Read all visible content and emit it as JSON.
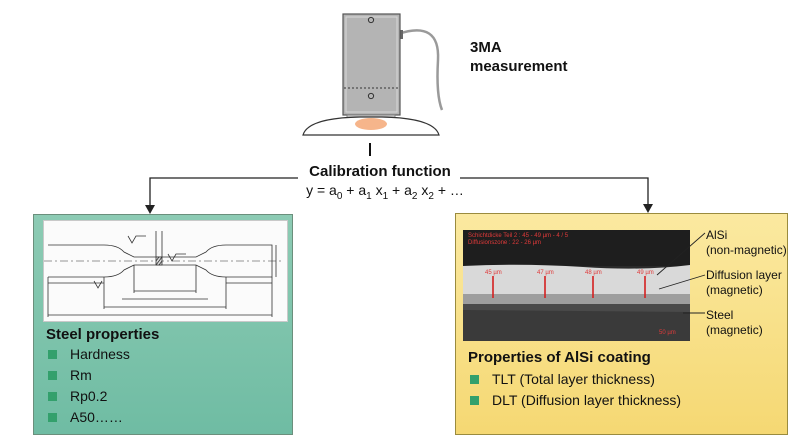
{
  "sensor": {
    "title_line1": "3MA",
    "title_line2": "measurement"
  },
  "calibration": {
    "title": "Calibration function",
    "formula": {
      "prefix": "y = a",
      "sub0": "0",
      "t1": " + a",
      "sub1a": "1",
      "t1x": " x",
      "sub1b": "1",
      "t2": " + a",
      "sub2a": "2",
      "t2x": " x",
      "sub2b": "2",
      "suffix": " + …"
    }
  },
  "steel_panel": {
    "title": "Steel properties",
    "items": [
      "Hardness",
      "Rm",
      "Rp0.2",
      "A50……"
    ]
  },
  "coating_panel": {
    "title": "Properties of AlSi coating",
    "items": [
      "TLT (Total layer thickness)",
      "DLT (Diffusion layer thickness)"
    ],
    "layers": [
      {
        "name": "AlSi",
        "note": "(non-magnetic)"
      },
      {
        "name": "Diffusion layer",
        "note": "(magnetic)"
      },
      {
        "name": "Steel",
        "note": "(magnetic)"
      }
    ],
    "micrograph_caption_1": "Schichtdicke Teil 2 : 45 - 49 µm - 4 / 5",
    "micrograph_caption_2": "Diffusionszone : 22 - 26 µm",
    "micrograph_marks": [
      "45 µm",
      "47 µm",
      "48 µm",
      "49 µm"
    ],
    "scale_text": "50 µm"
  },
  "colors": {
    "steel_box": "#7cc4aa",
    "coating_box": "#f7dd7f",
    "bullet": "#33a06c"
  }
}
